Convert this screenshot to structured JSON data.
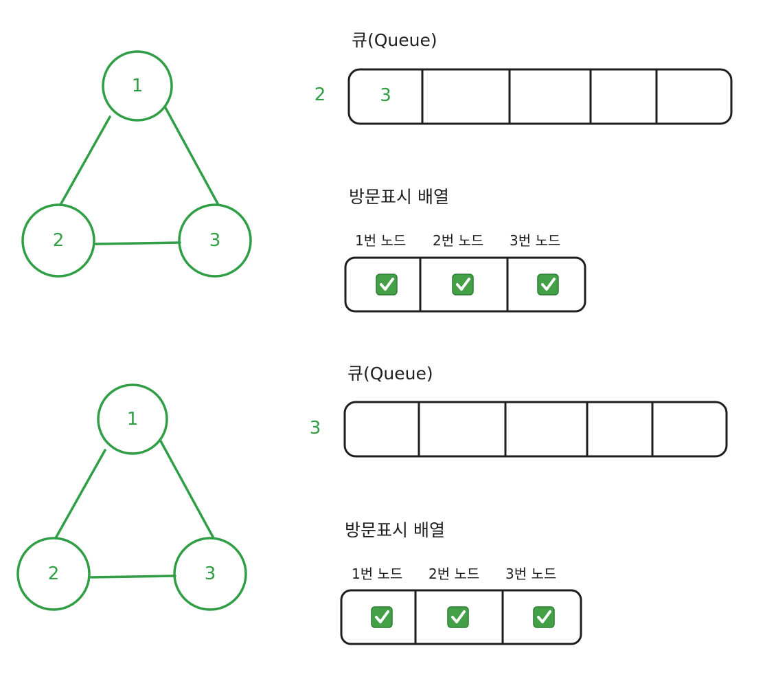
{
  "colors": {
    "accent": "#2f9e44",
    "stroke": "#1e1e1e",
    "check_bg": "#43a047"
  },
  "panels": [
    {
      "graph": {
        "nodes": [
          "1",
          "2",
          "3"
        ]
      },
      "queue_title": "큐(Queue)",
      "current_node": "2",
      "queue_cells": [
        "3",
        "",
        "",
        "",
        ""
      ],
      "visited_title": "방문표시 배열",
      "visited_labels": [
        "1번 노드",
        "2번 노드",
        "3번 노드"
      ],
      "visited": [
        true,
        true,
        true
      ]
    },
    {
      "graph": {
        "nodes": [
          "1",
          "2",
          "3"
        ]
      },
      "queue_title": "큐(Queue)",
      "current_node": "3",
      "queue_cells": [
        "",
        "",
        "",
        "",
        ""
      ],
      "visited_title": "방문표시 배열",
      "visited_labels": [
        "1번 노드",
        "2번 노드",
        "3번 노드"
      ],
      "visited": [
        true,
        true,
        true
      ]
    }
  ]
}
